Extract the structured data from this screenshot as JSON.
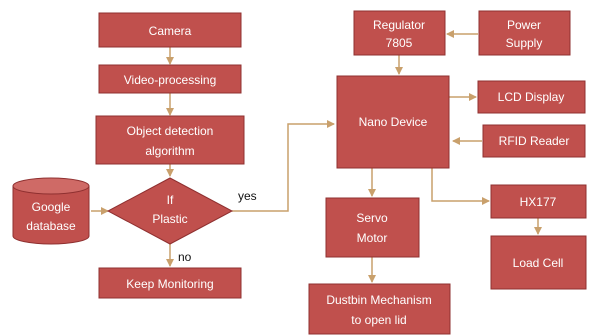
{
  "colors": {
    "node_fill": "#c0504d",
    "node_border": "#8f3030",
    "arrow": "#c9a06c",
    "label_text": "#ffffff",
    "edge_text": "#111111"
  },
  "nodes": {
    "camera": {
      "lines": [
        "Camera"
      ]
    },
    "video_processing": {
      "lines": [
        "Video-processing"
      ]
    },
    "object_detection": {
      "lines": [
        "Object detection",
        "algorithm"
      ]
    },
    "if_plastic": {
      "lines": [
        "If",
        "Plastic"
      ]
    },
    "google_database": {
      "lines": [
        "Google",
        "database"
      ]
    },
    "keep_monitoring": {
      "lines": [
        "Keep Monitoring"
      ]
    },
    "regulator": {
      "lines": [
        "Regulator",
        "7805"
      ]
    },
    "power_supply": {
      "lines": [
        "Power",
        "Supply"
      ]
    },
    "nano_device": {
      "lines": [
        "Nano Device"
      ]
    },
    "lcd_display": {
      "lines": [
        "LCD Display"
      ]
    },
    "rfid_reader": {
      "lines": [
        "RFID Reader"
      ]
    },
    "servo_motor": {
      "lines": [
        "Servo",
        "Motor"
      ]
    },
    "hx177": {
      "lines": [
        "HX177"
      ]
    },
    "load_cell": {
      "lines": [
        "Load Cell"
      ]
    },
    "dustbin_mechanism": {
      "lines": [
        "Dustbin Mechanism",
        "to open lid"
      ]
    }
  },
  "edge_labels": {
    "yes": "yes",
    "no": "no"
  }
}
